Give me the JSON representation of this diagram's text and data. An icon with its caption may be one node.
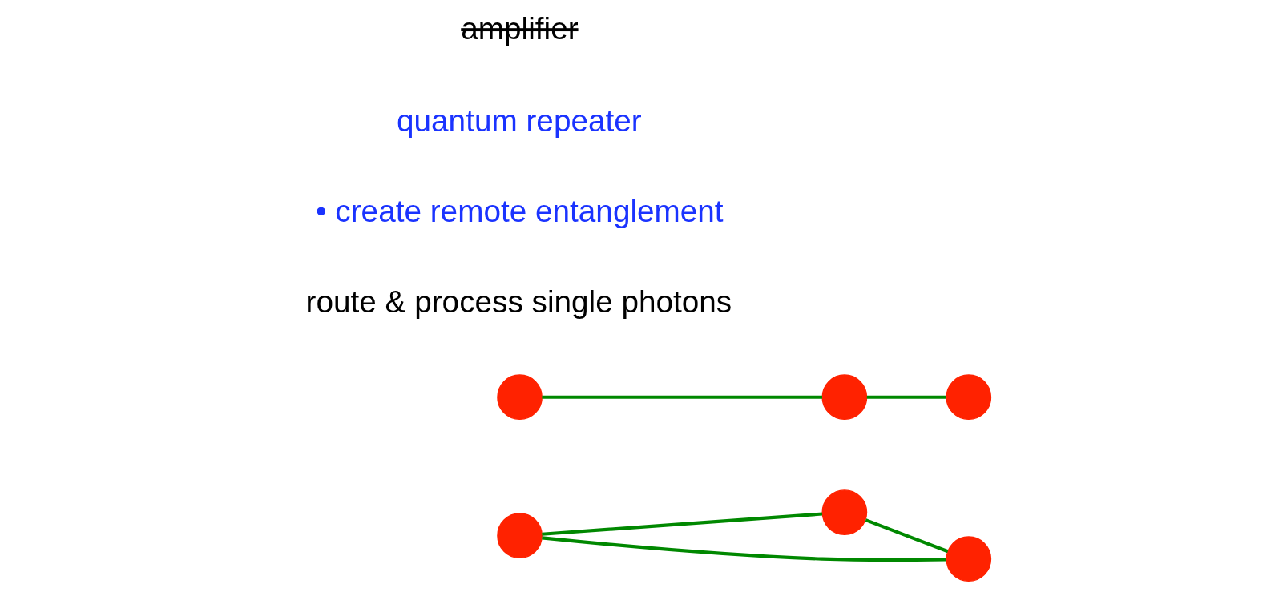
{
  "diagram": {
    "nodes": [
      {
        "text": [],
        "shape": "circle"
      },
      {
        "text": [],
        "shape": "circle"
      },
      {
        "text": [],
        "shape": "circle"
      },
      {
        "text": [],
        "shape": "circle"
      },
      {
        "text": [],
        "shape": "circle"
      },
      {
        "text": [],
        "shape": "circle"
      }
    ],
    "edges": [
      {
        "from": 0,
        "to": 1,
        "arrow": "none"
      },
      {
        "from": 1,
        "to": 2,
        "arrow": "none"
      },
      {
        "from": 2,
        "to": 0,
        "arrow": "none"
      },
      {
        "from": 3,
        "to": 4,
        "arrow": "none"
      },
      {
        "from": 4,
        "to": 5,
        "arrow": "none"
      }
    ],
    "labels": [
      "route & process single photons",
      "• create remote entanglement",
      "quantum repeater",
      "amplifier"
    ]
  }
}
